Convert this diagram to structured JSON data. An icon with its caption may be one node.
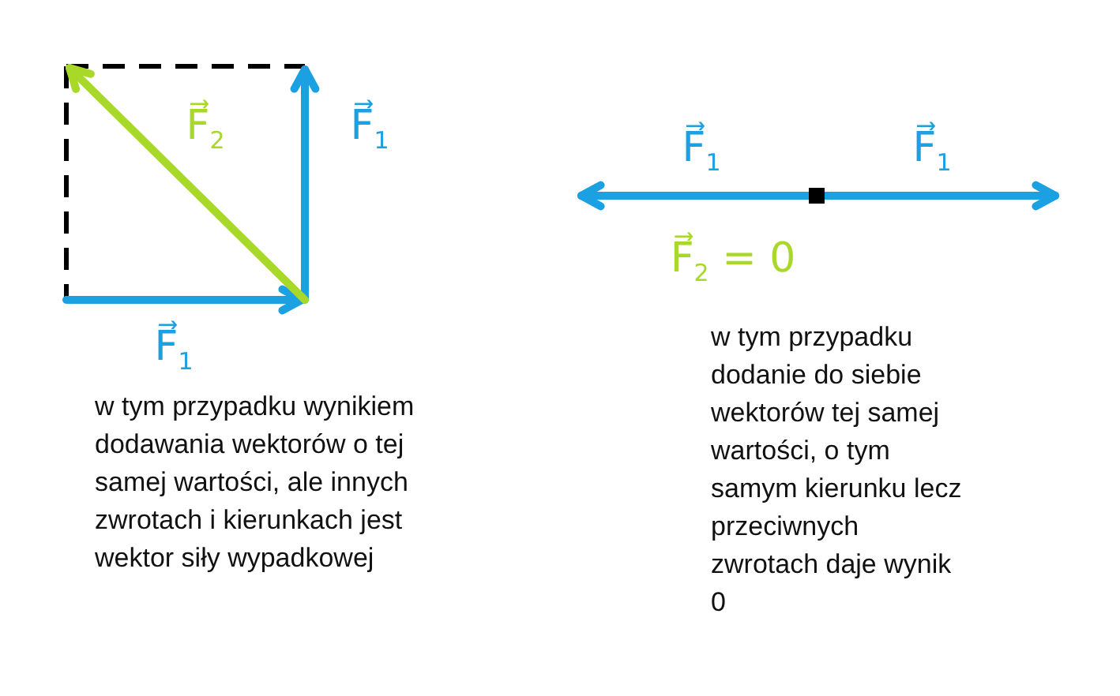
{
  "diagram": {
    "labels": [
      "F⃗$_{2}$",
      "F⃗$_{1}$",
      "F⃗$_{1}$",
      "F⃗$_{1}$",
      "F⃗$_{2}$ = 0",
      "F⃗$_{1}$",
      "w tym przypadku wynikiem dodawania wektorów o tej samej wartości, ale innych zwrotach i kierunkach jest wektor siły wypadkowej",
      "w tym przypadku dodanie do siebie wektorów tej samej wartości, o tym samym kierunku lecz przeciwnych zwrotach daje wynik 0"
    ]
  }
}
